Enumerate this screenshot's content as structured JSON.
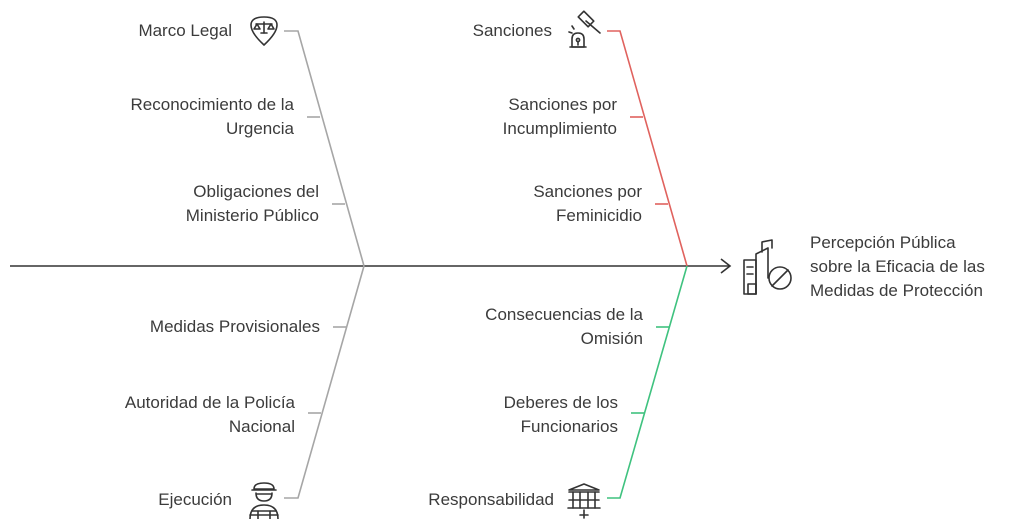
{
  "effect": {
    "label": "Percepción Pública\nsobre la Eficacia de las\nMedidas de Protección"
  },
  "branches": {
    "marco_legal": {
      "head": "Marco Legal",
      "icon": "justice-scale-icon",
      "color": "#a6a6a6",
      "causes": [
        "Reconocimiento de la\nUrgencia",
        "Obligaciones del\nMinisterio Público"
      ]
    },
    "sanciones": {
      "head": "Sanciones",
      "icon": "gavel-icon",
      "color": "#e0625e",
      "causes": [
        "Sanciones por\nIncumplimiento",
        "Sanciones por\nFeminicidio"
      ]
    },
    "ejecucion": {
      "head": "Ejecución",
      "icon": "police-officer-icon",
      "color": "#a6a6a6",
      "causes": [
        "Medidas Provisionales",
        "Autoridad de la Policía\nNacional"
      ]
    },
    "responsabilidad": {
      "head": "Responsabilidad",
      "icon": "government-building-icon",
      "color": "#3fc27f",
      "causes": [
        "Consecuencias de la\nOmisión",
        "Deberes de los\nFuncionarios"
      ]
    }
  },
  "spine_color": "#333333"
}
